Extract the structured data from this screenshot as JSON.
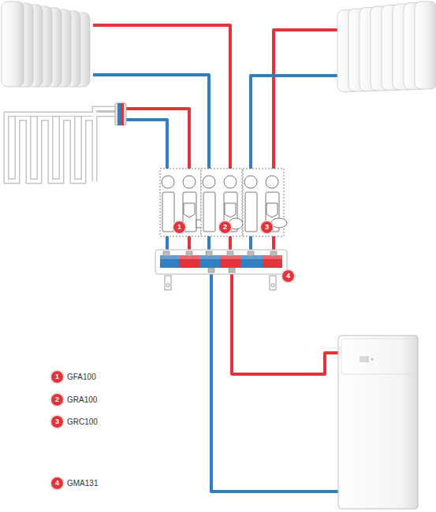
{
  "diagram": {
    "labels": [
      "1",
      "2",
      "3",
      "4",
      "1",
      "2",
      "3",
      "4"
    ],
    "legend": [
      {
        "text": "GFA100",
        "color": "#e2343c"
      },
      {
        "text": "GRA100",
        "color": "#e2343c"
      },
      {
        "text": "GRC100",
        "color": "#e2343c"
      },
      {
        "text": "GMA131",
        "color": "#e2343c"
      }
    ]
  }
}
